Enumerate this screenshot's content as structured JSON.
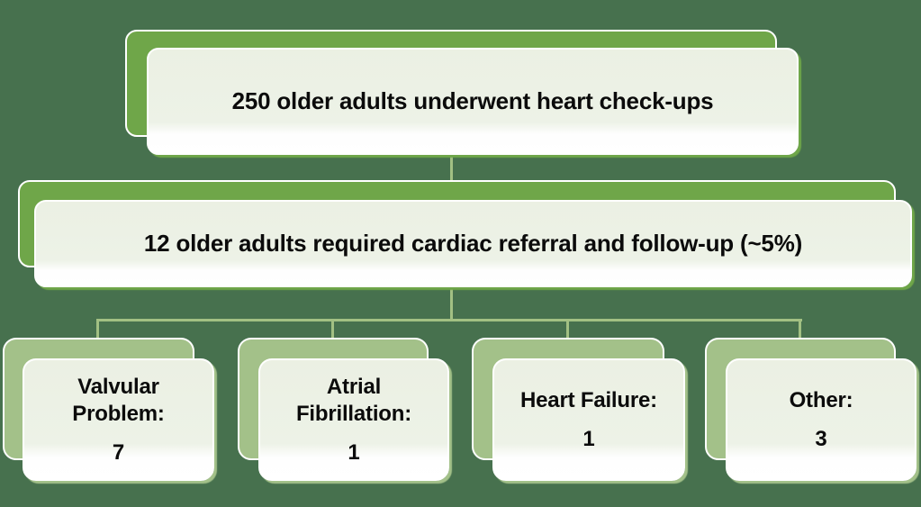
{
  "diagram": {
    "type": "flowchart",
    "background_color": "#47714E",
    "accent_green": "#6FA649",
    "light_green": "#A3C189",
    "connector_color": "#A2C083",
    "card_tint": "#EDF2E7",
    "text_color": "#0B0B0B",
    "root": {
      "label": "250 older adults underwent heart check-ups"
    },
    "level2": {
      "label": "12 older adults required cardiac referral and follow-up (~5%)"
    },
    "children": [
      {
        "label": "Valvular Problem:",
        "value": "7"
      },
      {
        "label": "Atrial Fibrillation:",
        "value": "1"
      },
      {
        "label": "Heart Failure:",
        "value": "1"
      },
      {
        "label": "Other:",
        "value": "3"
      }
    ]
  }
}
